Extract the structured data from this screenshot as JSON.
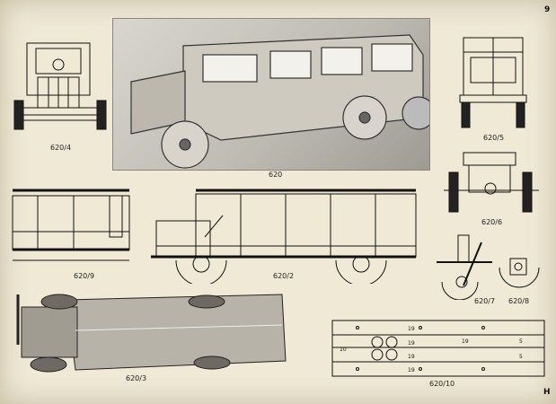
{
  "page": {
    "number": "9",
    "letter": "H"
  },
  "figures": {
    "fig_620_4": "620/4",
    "fig_620": "620",
    "fig_620_5": "620/5",
    "fig_620_6": "620/6",
    "fig_620_9": "620/9",
    "fig_620_2": "620/2",
    "fig_620_7": "620/7",
    "fig_620_8": "620/8",
    "fig_620_3": "620/3",
    "fig_620_10": "620/10"
  },
  "strip": {
    "l1": "19",
    "l2": "19",
    "l3": "19",
    "l4": "19",
    "l5": "19",
    "s1": "5",
    "s2": "5",
    "s3": "10"
  }
}
